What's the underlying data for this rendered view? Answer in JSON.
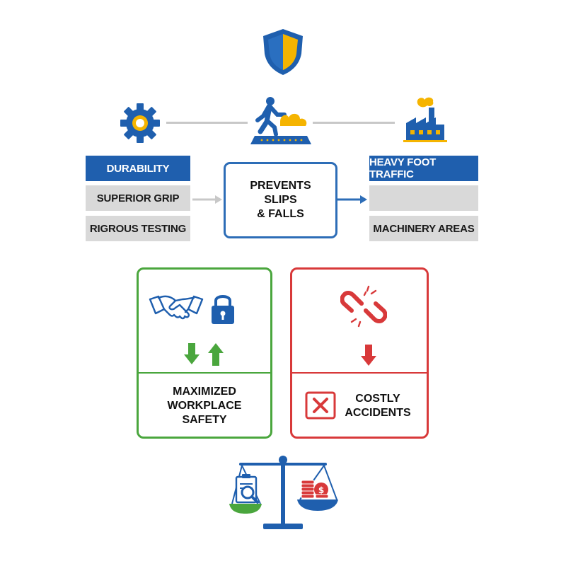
{
  "left_labels": [
    {
      "text": "DURABILITY",
      "style": "blue"
    },
    {
      "text": "SUPERIOR GRIP",
      "style": "gray"
    },
    {
      "text": "RIGROUS TESTING",
      "style": "gray"
    }
  ],
  "center": {
    "lines": [
      "PREVENTS",
      "SLIPS",
      "& FALLS"
    ]
  },
  "right_labels": [
    {
      "text": "HEAVY FOOT TRAFFIC",
      "style": "blue"
    },
    {
      "text": "",
      "style": "gray"
    },
    {
      "text": "MACHINERY AREAS",
      "style": "gray"
    }
  ],
  "outcomes": {
    "positive": {
      "lines": [
        "MAXIMIZED",
        "WORKPLACE",
        "SAFETY"
      ]
    },
    "negative": {
      "lines": [
        "COSTLY",
        "ACCIDENTS"
      ]
    }
  },
  "colors": {
    "blue": "#1f5fae",
    "accent_yellow": "#f5b400",
    "green": "#4aa63d",
    "red": "#d8393a",
    "gray": "#d9d9d9"
  },
  "icons": [
    "shield-icon",
    "gear-icon",
    "worker-walking-icon",
    "factory-icon",
    "handshake-icon",
    "padlock-icon",
    "up-down-arrows-icon",
    "broken-chain-icon",
    "down-arrow-icon",
    "x-box-icon",
    "balance-scale-icon"
  ]
}
